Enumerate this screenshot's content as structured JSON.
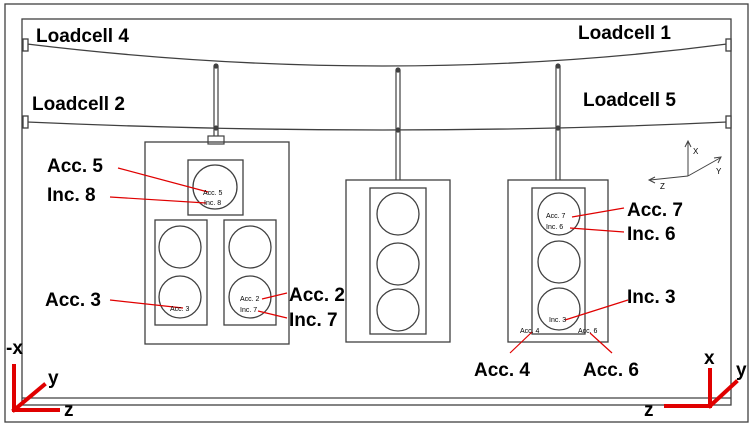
{
  "loadcells": {
    "lc4": "Loadcell 4",
    "lc1": "Loadcell 1",
    "lc2": "Loadcell 2",
    "lc5": "Loadcell 5"
  },
  "callouts": {
    "acc5": "Acc. 5",
    "inc8": "Inc. 8",
    "acc3": "Acc. 3",
    "acc2": "Acc. 2",
    "inc7": "Inc. 7",
    "acc7": "Acc. 7",
    "inc6": "Inc. 6",
    "inc3": "Inc. 3",
    "acc4": "Acc. 4",
    "acc6": "Acc. 6"
  },
  "sensor_tags": {
    "acc5": "Acc. 5",
    "inc8": "Inc. 8",
    "acc3": "Acc. 3",
    "acc2": "Acc. 2",
    "inc7": "Inc. 7",
    "acc7": "Acc. 7",
    "inc6": "Inc. 6",
    "inc3": "Inc. 3",
    "acc4": "Acc. 4",
    "acc6": "Acc. 6"
  },
  "axes": {
    "small_triad": {
      "x": "X",
      "y": "Y",
      "z": "Z"
    },
    "left_triad": {
      "x": "-x",
      "y": "y",
      "z": "z"
    },
    "right_triad": {
      "x": "x",
      "y": "y",
      "z": "z"
    }
  },
  "colors": {
    "structure": "#404040",
    "callout_line": "#e00000",
    "axis_red": "#e00000",
    "background": "#ffffff"
  }
}
